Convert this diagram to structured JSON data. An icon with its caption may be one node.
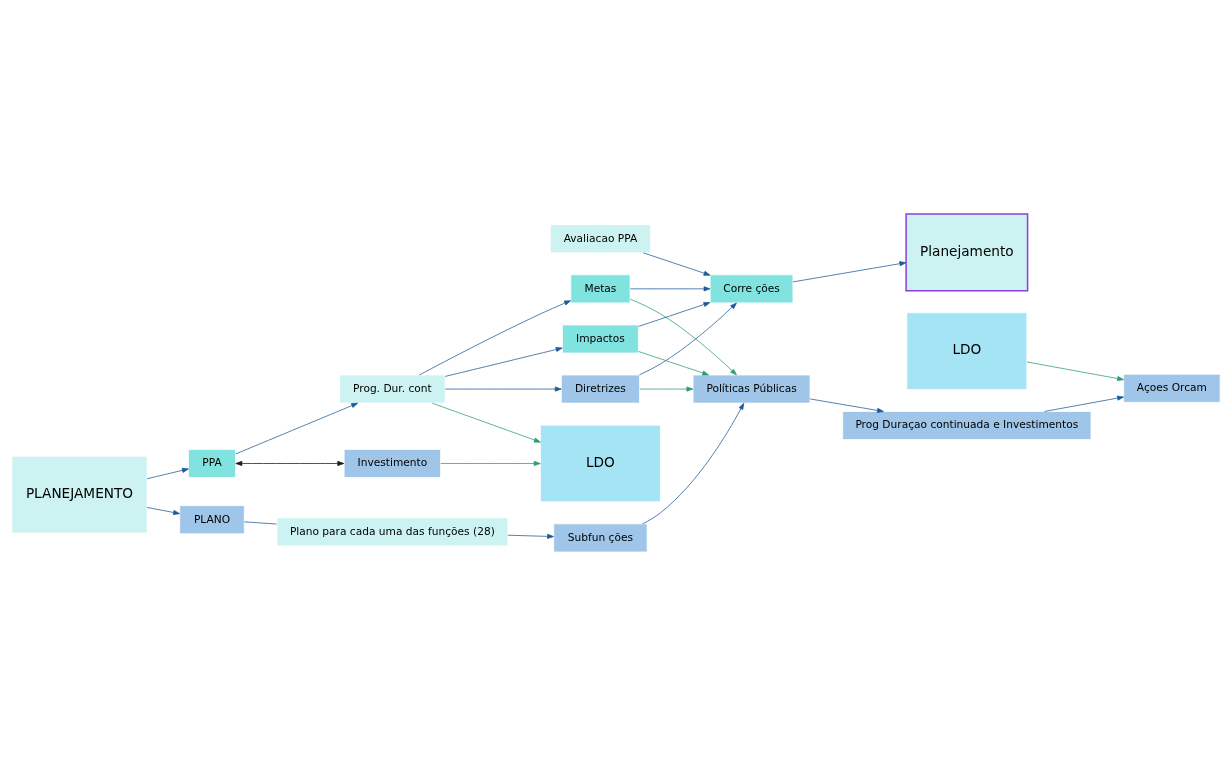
{
  "diagram": {
    "nodes": [
      {
        "text": [
          "PLANEJAMENTO"
        ]
      },
      {
        "text": [
          "PPA"
        ]
      },
      {
        "text": [
          "Investimento"
        ]
      },
      {
        "text": [
          "Prog. Dur. cont"
        ]
      },
      {
        "text": [
          "LDO"
        ]
      },
      {
        "text": [
          "PLANO"
        ]
      },
      {
        "text": [
          "Plano para cada uma das funções (28)"
        ]
      },
      {
        "text": [
          "Diretrizes"
        ]
      },
      {
        "text": [
          "Metas"
        ]
      },
      {
        "text": [
          "Impactos"
        ]
      },
      {
        "text": [
          "Avaliacao PPA"
        ]
      },
      {
        "text": [
          "Corre ções"
        ]
      },
      {
        "text": [
          "Planejamento"
        ]
      },
      {
        "text": [
          "Subfun ções"
        ]
      },
      {
        "text": [
          "Políticas Públicas"
        ]
      },
      {
        "text": [
          "Prog Duraçao continuada e Investimentos"
        ]
      },
      {
        "text": [
          "Açoes Orcam"
        ]
      },
      {
        "text": [
          "LDO"
        ]
      }
    ],
    "edges": [
      {
        "from": 0,
        "to": 1,
        "arrow": "to"
      },
      {
        "from": 1,
        "to": 3,
        "arrow": "to"
      },
      {
        "from": 1,
        "to": 2,
        "arrow": "both",
        "color": "#1a1a1a"
      },
      {
        "from": 2,
        "to": 4,
        "arrow": "to",
        "color": "#2a9d78"
      },
      {
        "from": 3,
        "to": 4,
        "arrow": "to",
        "color": "#2a9d78"
      },
      {
        "from": 3,
        "to": 7,
        "arrow": "to"
      },
      {
        "from": 3,
        "to": 8,
        "arrow": "to"
      },
      {
        "from": 3,
        "to": 9,
        "arrow": "to"
      },
      {
        "from": 0,
        "to": 5,
        "arrow": "to"
      },
      {
        "from": 7,
        "to": 14,
        "arrow": "to",
        "color": "#2a9d78"
      },
      {
        "from": 8,
        "to": 14,
        "arrow": "to",
        "color": "#2a9d78"
      },
      {
        "from": 9,
        "to": 14,
        "arrow": "to",
        "color": "#2a9d78"
      },
      {
        "from": 7,
        "to": 11,
        "arrow": "to"
      },
      {
        "from": 8,
        "to": 11,
        "arrow": "to"
      },
      {
        "from": 9,
        "to": 11,
        "arrow": "to"
      },
      {
        "from": 10,
        "to": 11,
        "arrow": "to"
      },
      {
        "from": 11,
        "to": 12,
        "arrow": "to"
      },
      {
        "from": 5,
        "to": 6,
        "arrow": "none"
      },
      {
        "from": 6,
        "to": 13,
        "arrow": "to"
      },
      {
        "from": 13,
        "to": 14,
        "arrow": "to"
      },
      {
        "from": 14,
        "to": 15,
        "arrow": "to"
      },
      {
        "from": 15,
        "to": 16,
        "arrow": "to"
      },
      {
        "from": 17,
        "to": 16,
        "arrow": "to",
        "color": "#2a9d78"
      }
    ]
  }
}
